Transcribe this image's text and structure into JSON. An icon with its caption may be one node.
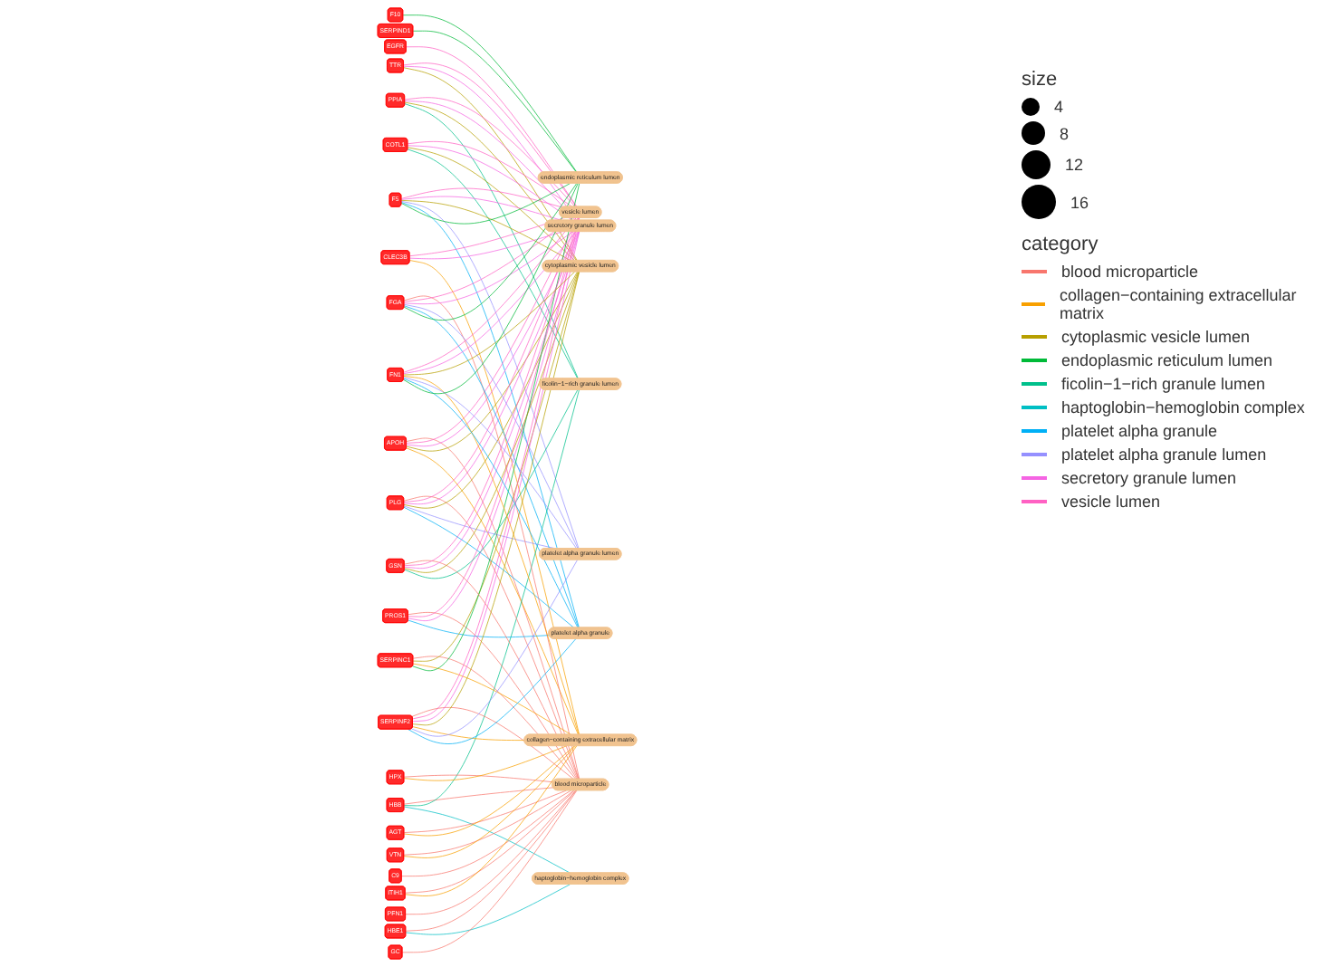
{
  "diagram": {
    "nodes": [
      {
        "text": [
          "blood microparticle"
        ]
      },
      {
        "text": [
          "vesicle lumen"
        ]
      },
      {
        "text": [
          "secretory granule lumen"
        ]
      },
      {
        "text": [
          "cytoplasmic vesicle lumen"
        ]
      },
      {
        "text": [
          "collagen−containing extracellular matrix"
        ]
      },
      {
        "text": [
          "platelet alpha granule lumen"
        ]
      },
      {
        "text": [
          "platelet alpha granule"
        ]
      },
      {
        "text": [
          "endoplasmic reticulum lumen"
        ]
      },
      {
        "text": [
          "ficolin−1−rich granule lumen"
        ]
      },
      {
        "text": [
          "haptoglobin−hemoglobin complex"
        ]
      },
      {
        "text": [
          "F10"
        ]
      },
      {
        "text": [
          "SERPIND1"
        ]
      },
      {
        "text": [
          "TTR"
        ]
      },
      {
        "text": [
          "PPIA"
        ]
      },
      {
        "text": [
          "EGFR"
        ]
      },
      {
        "text": [
          "COTL1"
        ]
      },
      {
        "text": [
          "F5"
        ]
      },
      {
        "text": [
          "CLEC3B"
        ]
      },
      {
        "text": [
          "APOH"
        ]
      },
      {
        "text": [
          "HBE1"
        ]
      },
      {
        "text": [
          "HBB"
        ]
      },
      {
        "text": [
          "C9"
        ]
      },
      {
        "text": [
          "HPX"
        ]
      },
      {
        "text": [
          "PLG"
        ]
      },
      {
        "text": [
          "PFN1"
        ]
      },
      {
        "text": [
          "FGA"
        ]
      },
      {
        "text": [
          "AGT"
        ]
      },
      {
        "text": [
          "PROS1"
        ]
      },
      {
        "text": [
          "VTN"
        ]
      },
      {
        "text": [
          "SERPINC1"
        ]
      },
      {
        "text": [
          "GSN"
        ]
      },
      {
        "text": [
          "ITIH1"
        ]
      },
      {
        "text": [
          "GC"
        ]
      },
      {
        "text": [
          "SERPINF2"
        ]
      },
      {
        "text": [
          "FN1"
        ]
      }
    ],
    "edges": [
      {
        "from": 10,
        "to": 7,
        "arrow": "none",
        "color": "#00ba38"
      },
      {
        "from": 11,
        "to": 7,
        "arrow": "none",
        "color": "#00ba38"
      },
      {
        "from": 12,
        "to": 1,
        "arrow": "none",
        "color": "#ff61c3"
      },
      {
        "from": 12,
        "to": 2,
        "arrow": "none",
        "color": "#f564e3"
      },
      {
        "from": 12,
        "to": 3,
        "arrow": "none",
        "color": "#b79f00"
      },
      {
        "from": 13,
        "to": 1,
        "arrow": "none",
        "color": "#ff61c3"
      },
      {
        "from": 13,
        "to": 2,
        "arrow": "none",
        "color": "#f564e3"
      },
      {
        "from": 13,
        "to": 3,
        "arrow": "none",
        "color": "#b79f00"
      },
      {
        "from": 13,
        "to": 8,
        "arrow": "none",
        "color": "#00c08b"
      },
      {
        "from": 14,
        "to": 1,
        "arrow": "none",
        "color": "#ff61c3"
      },
      {
        "from": 15,
        "to": 1,
        "arrow": "none",
        "color": "#ff61c3"
      },
      {
        "from": 15,
        "to": 2,
        "arrow": "none",
        "color": "#f564e3"
      },
      {
        "from": 15,
        "to": 3,
        "arrow": "none",
        "color": "#b79f00"
      },
      {
        "from": 15,
        "to": 8,
        "arrow": "none",
        "color": "#00c08b"
      },
      {
        "from": 16,
        "to": 1,
        "arrow": "none",
        "color": "#ff61c3"
      },
      {
        "from": 16,
        "to": 2,
        "arrow": "none",
        "color": "#f564e3"
      },
      {
        "from": 16,
        "to": 3,
        "arrow": "none",
        "color": "#b79f00"
      },
      {
        "from": 16,
        "to": 5,
        "arrow": "none",
        "color": "#9590ff"
      },
      {
        "from": 16,
        "to": 6,
        "arrow": "none",
        "color": "#00b0f6"
      },
      {
        "from": 16,
        "to": 7,
        "arrow": "none",
        "color": "#00ba38"
      },
      {
        "from": 17,
        "to": 1,
        "arrow": "none",
        "color": "#ff61c3"
      },
      {
        "from": 17,
        "to": 2,
        "arrow": "none",
        "color": "#f564e3"
      },
      {
        "from": 17,
        "to": 4,
        "arrow": "none",
        "color": "#f8a000"
      },
      {
        "from": 18,
        "to": 0,
        "arrow": "none"
      },
      {
        "from": 18,
        "to": 1,
        "arrow": "none",
        "color": "#ff61c3"
      },
      {
        "from": 18,
        "to": 2,
        "arrow": "none",
        "color": "#f564e3"
      },
      {
        "from": 18,
        "to": 3,
        "arrow": "none",
        "color": "#b79f00"
      },
      {
        "from": 18,
        "to": 4,
        "arrow": "none",
        "color": "#f8a000"
      },
      {
        "from": 19,
        "to": 0,
        "arrow": "none"
      },
      {
        "from": 19,
        "to": 9,
        "arrow": "none",
        "color": "#00bfc4"
      },
      {
        "from": 20,
        "to": 0,
        "arrow": "none"
      },
      {
        "from": 20,
        "to": 8,
        "arrow": "none",
        "color": "#00c08b"
      },
      {
        "from": 20,
        "to": 9,
        "arrow": "none",
        "color": "#00bfc4"
      },
      {
        "from": 21,
        "to": 0,
        "arrow": "none"
      },
      {
        "from": 22,
        "to": 0,
        "arrow": "none"
      },
      {
        "from": 22,
        "to": 4,
        "arrow": "none",
        "color": "#f8a000"
      },
      {
        "from": 23,
        "to": 0,
        "arrow": "none"
      },
      {
        "from": 23,
        "to": 1,
        "arrow": "none",
        "color": "#ff61c3"
      },
      {
        "from": 23,
        "to": 2,
        "arrow": "none",
        "color": "#f564e3"
      },
      {
        "from": 23,
        "to": 3,
        "arrow": "none",
        "color": "#b79f00"
      },
      {
        "from": 23,
        "to": 5,
        "arrow": "none",
        "color": "#9590ff"
      },
      {
        "from": 23,
        "to": 6,
        "arrow": "none",
        "color": "#00b0f6"
      },
      {
        "from": 24,
        "to": 0,
        "arrow": "none"
      },
      {
        "from": 25,
        "to": 0,
        "arrow": "none"
      },
      {
        "from": 25,
        "to": 1,
        "arrow": "none",
        "color": "#ff61c3"
      },
      {
        "from": 25,
        "to": 2,
        "arrow": "none",
        "color": "#f564e3"
      },
      {
        "from": 25,
        "to": 5,
        "arrow": "none",
        "color": "#9590ff"
      },
      {
        "from": 25,
        "to": 6,
        "arrow": "none",
        "color": "#00b0f6"
      },
      {
        "from": 25,
        "to": 7,
        "arrow": "none",
        "color": "#00ba38"
      },
      {
        "from": 26,
        "to": 0,
        "arrow": "none"
      },
      {
        "from": 26,
        "to": 4,
        "arrow": "none",
        "color": "#f8a000"
      },
      {
        "from": 27,
        "to": 0,
        "arrow": "none"
      },
      {
        "from": 27,
        "to": 1,
        "arrow": "none",
        "color": "#ff61c3"
      },
      {
        "from": 27,
        "to": 2,
        "arrow": "none",
        "color": "#f564e3"
      },
      {
        "from": 27,
        "to": 6,
        "arrow": "none",
        "color": "#00b0f6"
      },
      {
        "from": 28,
        "to": 0,
        "arrow": "none"
      },
      {
        "from": 28,
        "to": 4,
        "arrow": "none",
        "color": "#f8a000"
      },
      {
        "from": 29,
        "to": 0,
        "arrow": "none"
      },
      {
        "from": 29,
        "to": 3,
        "arrow": "none",
        "color": "#b79f00"
      },
      {
        "from": 29,
        "to": 4,
        "arrow": "none",
        "color": "#f8a000"
      },
      {
        "from": 29,
        "to": 7,
        "arrow": "none",
        "color": "#00ba38"
      },
      {
        "from": 30,
        "to": 0,
        "arrow": "none"
      },
      {
        "from": 30,
        "to": 1,
        "arrow": "none",
        "color": "#ff61c3"
      },
      {
        "from": 30,
        "to": 2,
        "arrow": "none",
        "color": "#f564e3"
      },
      {
        "from": 30,
        "to": 3,
        "arrow": "none",
        "color": "#b79f00"
      },
      {
        "from": 30,
        "to": 8,
        "arrow": "none",
        "color": "#00c08b"
      },
      {
        "from": 31,
        "to": 0,
        "arrow": "none"
      },
      {
        "from": 31,
        "to": 4,
        "arrow": "none",
        "color": "#f8a000"
      },
      {
        "from": 32,
        "to": 0,
        "arrow": "none"
      },
      {
        "from": 33,
        "to": 0,
        "arrow": "none"
      },
      {
        "from": 33,
        "to": 1,
        "arrow": "none",
        "color": "#ff61c3"
      },
      {
        "from": 33,
        "to": 2,
        "arrow": "none",
        "color": "#f564e3"
      },
      {
        "from": 33,
        "to": 3,
        "arrow": "none",
        "color": "#b79f00"
      },
      {
        "from": 33,
        "to": 4,
        "arrow": "none",
        "color": "#f8a000"
      },
      {
        "from": 33,
        "to": 5,
        "arrow": "none",
        "color": "#9590ff"
      },
      {
        "from": 33,
        "to": 6,
        "arrow": "none",
        "color": "#00b0f6"
      },
      {
        "from": 34,
        "to": 1,
        "arrow": "none",
        "color": "#ff61c3"
      },
      {
        "from": 34,
        "to": 2,
        "arrow": "none",
        "color": "#f564e3"
      },
      {
        "from": 34,
        "to": 3,
        "arrow": "none",
        "color": "#b79f00"
      },
      {
        "from": 34,
        "to": 4,
        "arrow": "none",
        "color": "#f8a000"
      },
      {
        "from": 34,
        "to": 5,
        "arrow": "none",
        "color": "#9590ff"
      },
      {
        "from": 34,
        "to": 6,
        "arrow": "none",
        "color": "#00b0f6"
      },
      {
        "from": 34,
        "to": 7,
        "arrow": "none",
        "color": "#00ba38"
      }
    ],
    "labels": [
      "size",
      "category"
    ],
    "legend": [
      {
        "text": "4"
      },
      {
        "text": "8"
      },
      {
        "text": "12"
      },
      {
        "text": "16"
      },
      {
        "text": "blood microparticle",
        "color": "#f8766d"
      },
      {
        "text": "collagen−containing extracellular matrix",
        "color": "#f8a000"
      },
      {
        "text": "cytoplasmic vesicle lumen",
        "color": "#b79f00"
      },
      {
        "text": "endoplasmic reticulum lumen",
        "color": "#00ba38"
      },
      {
        "text": "ficolin−1−rich granule lumen",
        "color": "#00c08b"
      },
      {
        "text": "haptoglobin−hemoglobin complex",
        "color": "#00bfc4"
      },
      {
        "text": "platelet alpha granule",
        "color": "#00b0f6"
      },
      {
        "text": "platelet alpha granule lumen",
        "color": "#9590ff"
      },
      {
        "text": "secretory granule lumen",
        "color": "#f564e3"
      },
      {
        "text": "vesicle lumen",
        "color": "#ff61c3"
      }
    ]
  }
}
